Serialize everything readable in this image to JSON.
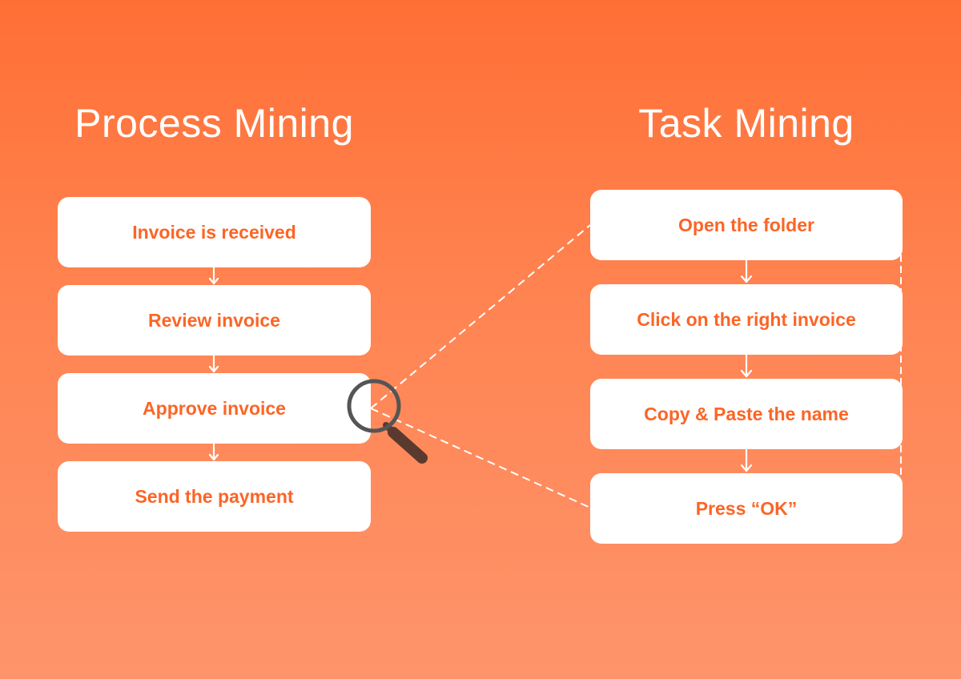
{
  "colors": {
    "background_top": "#ff6f35",
    "background_bottom": "#fe946b",
    "box_fill": "#ffffff",
    "box_text": "#fb6526",
    "title_text": "#ffffff",
    "magnifier_ring": "#555555",
    "magnifier_handle": "#5a3a2e"
  },
  "process_mining": {
    "title": "Process Mining",
    "steps": [
      {
        "label": "Invoice is received"
      },
      {
        "label": "Review invoice"
      },
      {
        "label": "Approve invoice"
      },
      {
        "label": "Send the payment"
      }
    ]
  },
  "task_mining": {
    "title": "Task Mining",
    "steps": [
      {
        "label": "Open the folder"
      },
      {
        "label": "Click on the right invoice"
      },
      {
        "label": "Copy & Paste the name"
      },
      {
        "label": "Press “OK”"
      }
    ]
  },
  "icons": {
    "zoom": "magnifier-icon",
    "flow_arrow": "arrow-down-icon"
  }
}
